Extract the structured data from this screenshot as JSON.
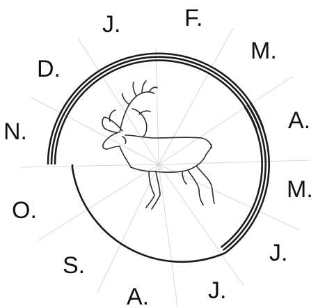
{
  "months": [
    {
      "key": "jan",
      "label": "J."
    },
    {
      "key": "feb",
      "label": "F."
    },
    {
      "key": "mar",
      "label": "M."
    },
    {
      "key": "apr",
      "label": "A."
    },
    {
      "key": "may",
      "label": "M."
    },
    {
      "key": "jun",
      "label": "J."
    },
    {
      "key": "jul",
      "label": "J."
    },
    {
      "key": "aug",
      "label": "A."
    },
    {
      "key": "sep",
      "label": "S."
    },
    {
      "key": "oct",
      "label": "O."
    },
    {
      "key": "nov",
      "label": "N."
    },
    {
      "key": "dec",
      "label": "D."
    }
  ],
  "colors": {
    "ring": "#1a1a1a",
    "spoke": "#d6d6d6",
    "text": "#111111",
    "illustration": "#2a2a2a"
  },
  "icons": {
    "center": "reindeer-icon"
  }
}
